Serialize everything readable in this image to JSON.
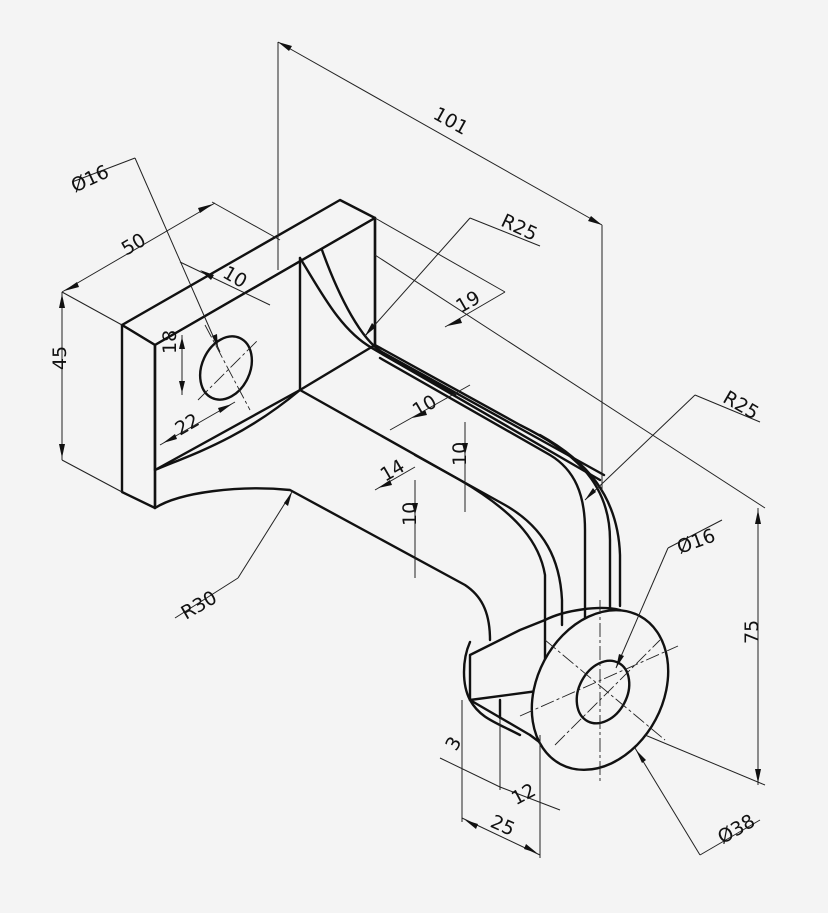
{
  "drawing": {
    "dimensions": {
      "d101": "101",
      "d50": "50",
      "d45": "45",
      "d10_plate": "10",
      "phi16_top": "Ø16",
      "d18": "18",
      "d22": "22",
      "r25_top": "R25",
      "d19": "19",
      "d10_rib": "10",
      "d14": "14",
      "d10_vert_a": "10",
      "d10_vert_b": "10",
      "r30": "R30",
      "r25_right": "R25",
      "phi16_boss": "Ø16",
      "d75": "75",
      "d3": "3",
      "d12": "12",
      "d25": "25",
      "phi38": "Ø38"
    }
  }
}
